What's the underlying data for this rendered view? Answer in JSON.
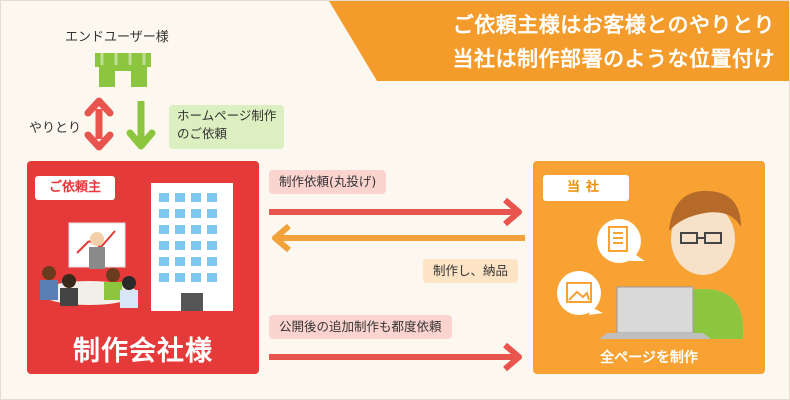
{
  "banner": {
    "line1": "ご依頼主様はお客様とのやりとり",
    "line2": "当社は制作部署のような位置付け",
    "color": "#f39c2b"
  },
  "end_user": {
    "label": "エンドユーザー様",
    "icon": "storefront-icon"
  },
  "exchange": {
    "label": "やりとり"
  },
  "homepage_request": {
    "line1": "ホームページ制作",
    "line2": "のご依頼"
  },
  "client": {
    "tag": "ご依頼主",
    "name": "制作会社様",
    "color": "#e63a3a"
  },
  "company": {
    "tag": "当社",
    "caption": "全ページを制作",
    "color": "#f7a233"
  },
  "flows": {
    "request": "制作依頼(丸投げ)",
    "delivery": "制作し、納品",
    "follow_up": "公開後の追加制作も都度依頼"
  },
  "colors": {
    "arrow_red": "#e8554e",
    "arrow_orange": "#f2a23a",
    "arrow_green": "#8cc63f",
    "label_pink": "#fbd4d0",
    "label_peach": "#fde4c4",
    "label_green": "#dcefc0"
  }
}
